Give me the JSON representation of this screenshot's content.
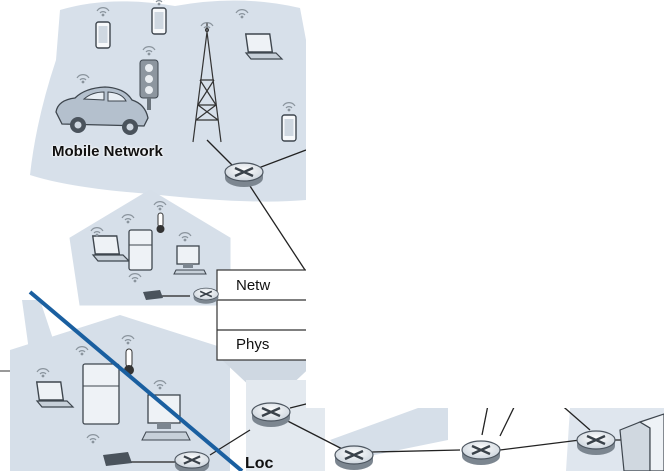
{
  "labels": {
    "mobile_network": "Mobile Network",
    "layer_network": "Netw",
    "layer_physical": "Phys",
    "bottom_partial": "Loc"
  },
  "colors": {
    "cloud": "#d9e2ec",
    "cloud_dark": "#c6d1dd",
    "router_body": "#e9edf1",
    "router_rim": "#5b6570",
    "link": "#222222",
    "diagonal": "#1a5fa0",
    "house_fill": "#d6dfe9"
  },
  "icons": [
    "phone-icon",
    "laptop-icon",
    "traffic-light-icon",
    "cell-tower-icon",
    "car-icon",
    "router-icon",
    "fridge-icon",
    "thermometer-icon",
    "desktop-icon",
    "modem-icon",
    "server-icon"
  ]
}
